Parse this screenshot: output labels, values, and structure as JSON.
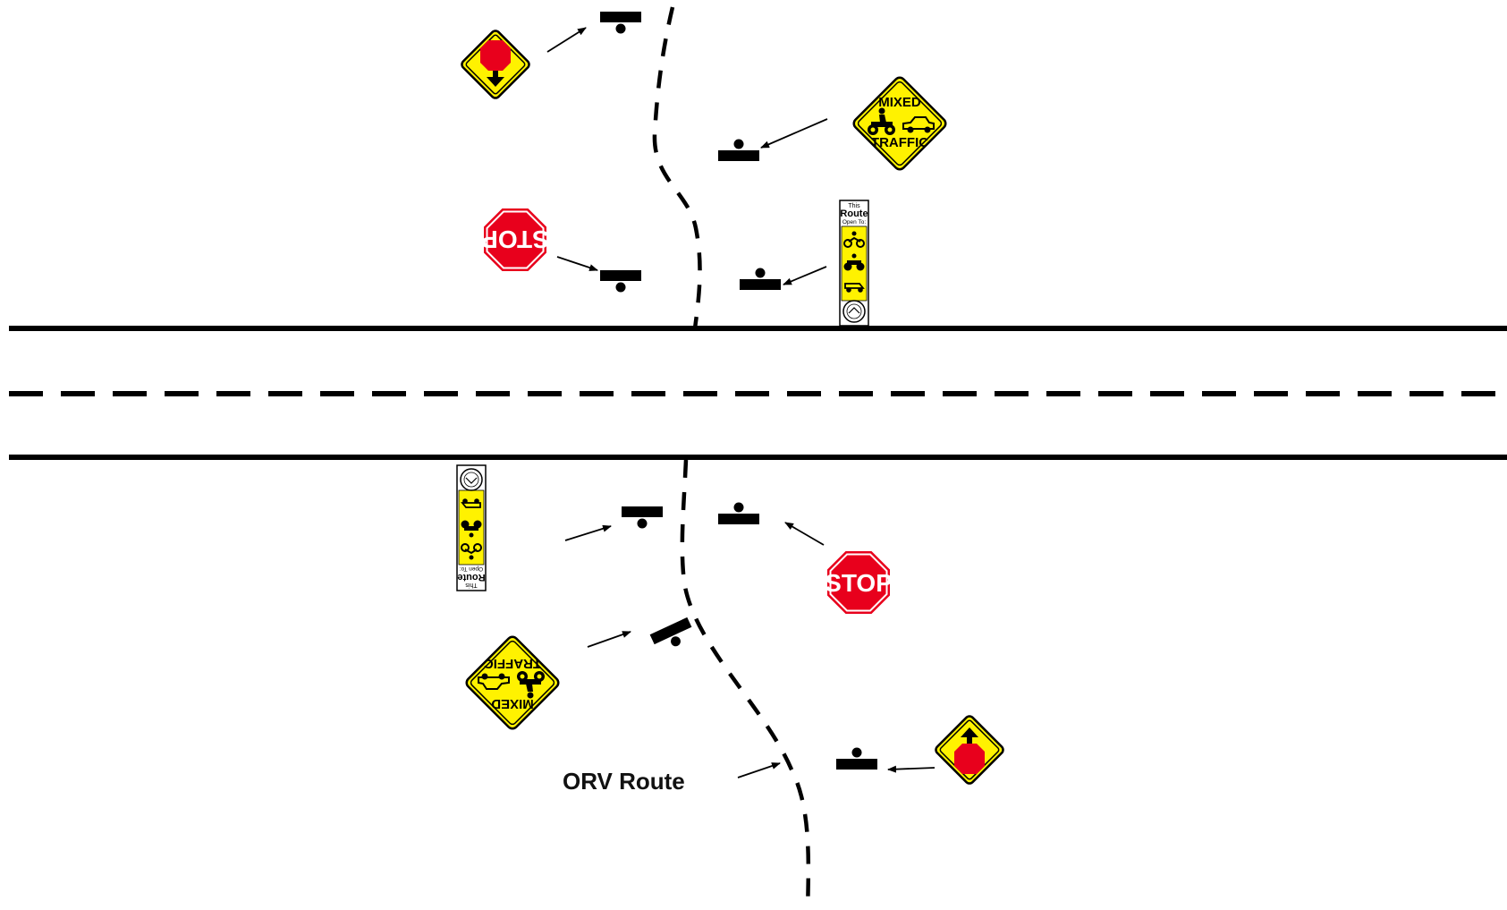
{
  "diagram": {
    "route_label": "ORV Route",
    "signs": {
      "stop_text": "STOP",
      "mixed_traffic_line1": "MIXED",
      "mixed_traffic_line2": "TRAFFIC",
      "route_open_line1": "This",
      "route_open_line2": "Route",
      "route_open_line3": "Open To:"
    },
    "colors": {
      "road_line": "#000000",
      "warning_yellow": "#FFF200",
      "stop_red": "#E8001C",
      "sign_border": "#000000"
    }
  }
}
